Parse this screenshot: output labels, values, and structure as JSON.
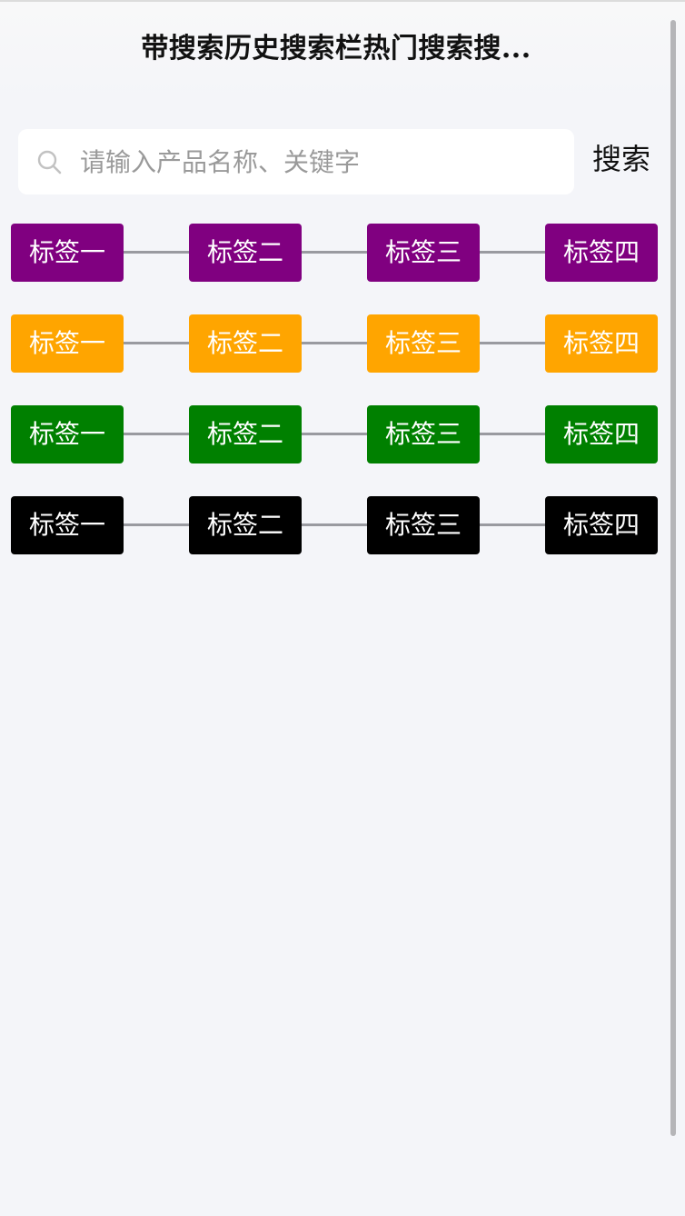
{
  "header": {
    "title": "带搜索历史搜索栏热门搜索搜..."
  },
  "search": {
    "placeholder": "请输入产品名称、关键字",
    "value": "",
    "button_label": "搜索",
    "icon": "search-icon"
  },
  "tag_rows": [
    {
      "color": "#800080",
      "tags": [
        "标签一",
        "标签二",
        "标签三",
        "标签四"
      ]
    },
    {
      "color": "#ffa500",
      "tags": [
        "标签一",
        "标签二",
        "标签三",
        "标签四"
      ]
    },
    {
      "color": "#008000",
      "tags": [
        "标签一",
        "标签二",
        "标签三",
        "标签四"
      ]
    },
    {
      "color": "#000000",
      "tags": [
        "标签一",
        "标签二",
        "标签三",
        "标签四"
      ]
    }
  ]
}
